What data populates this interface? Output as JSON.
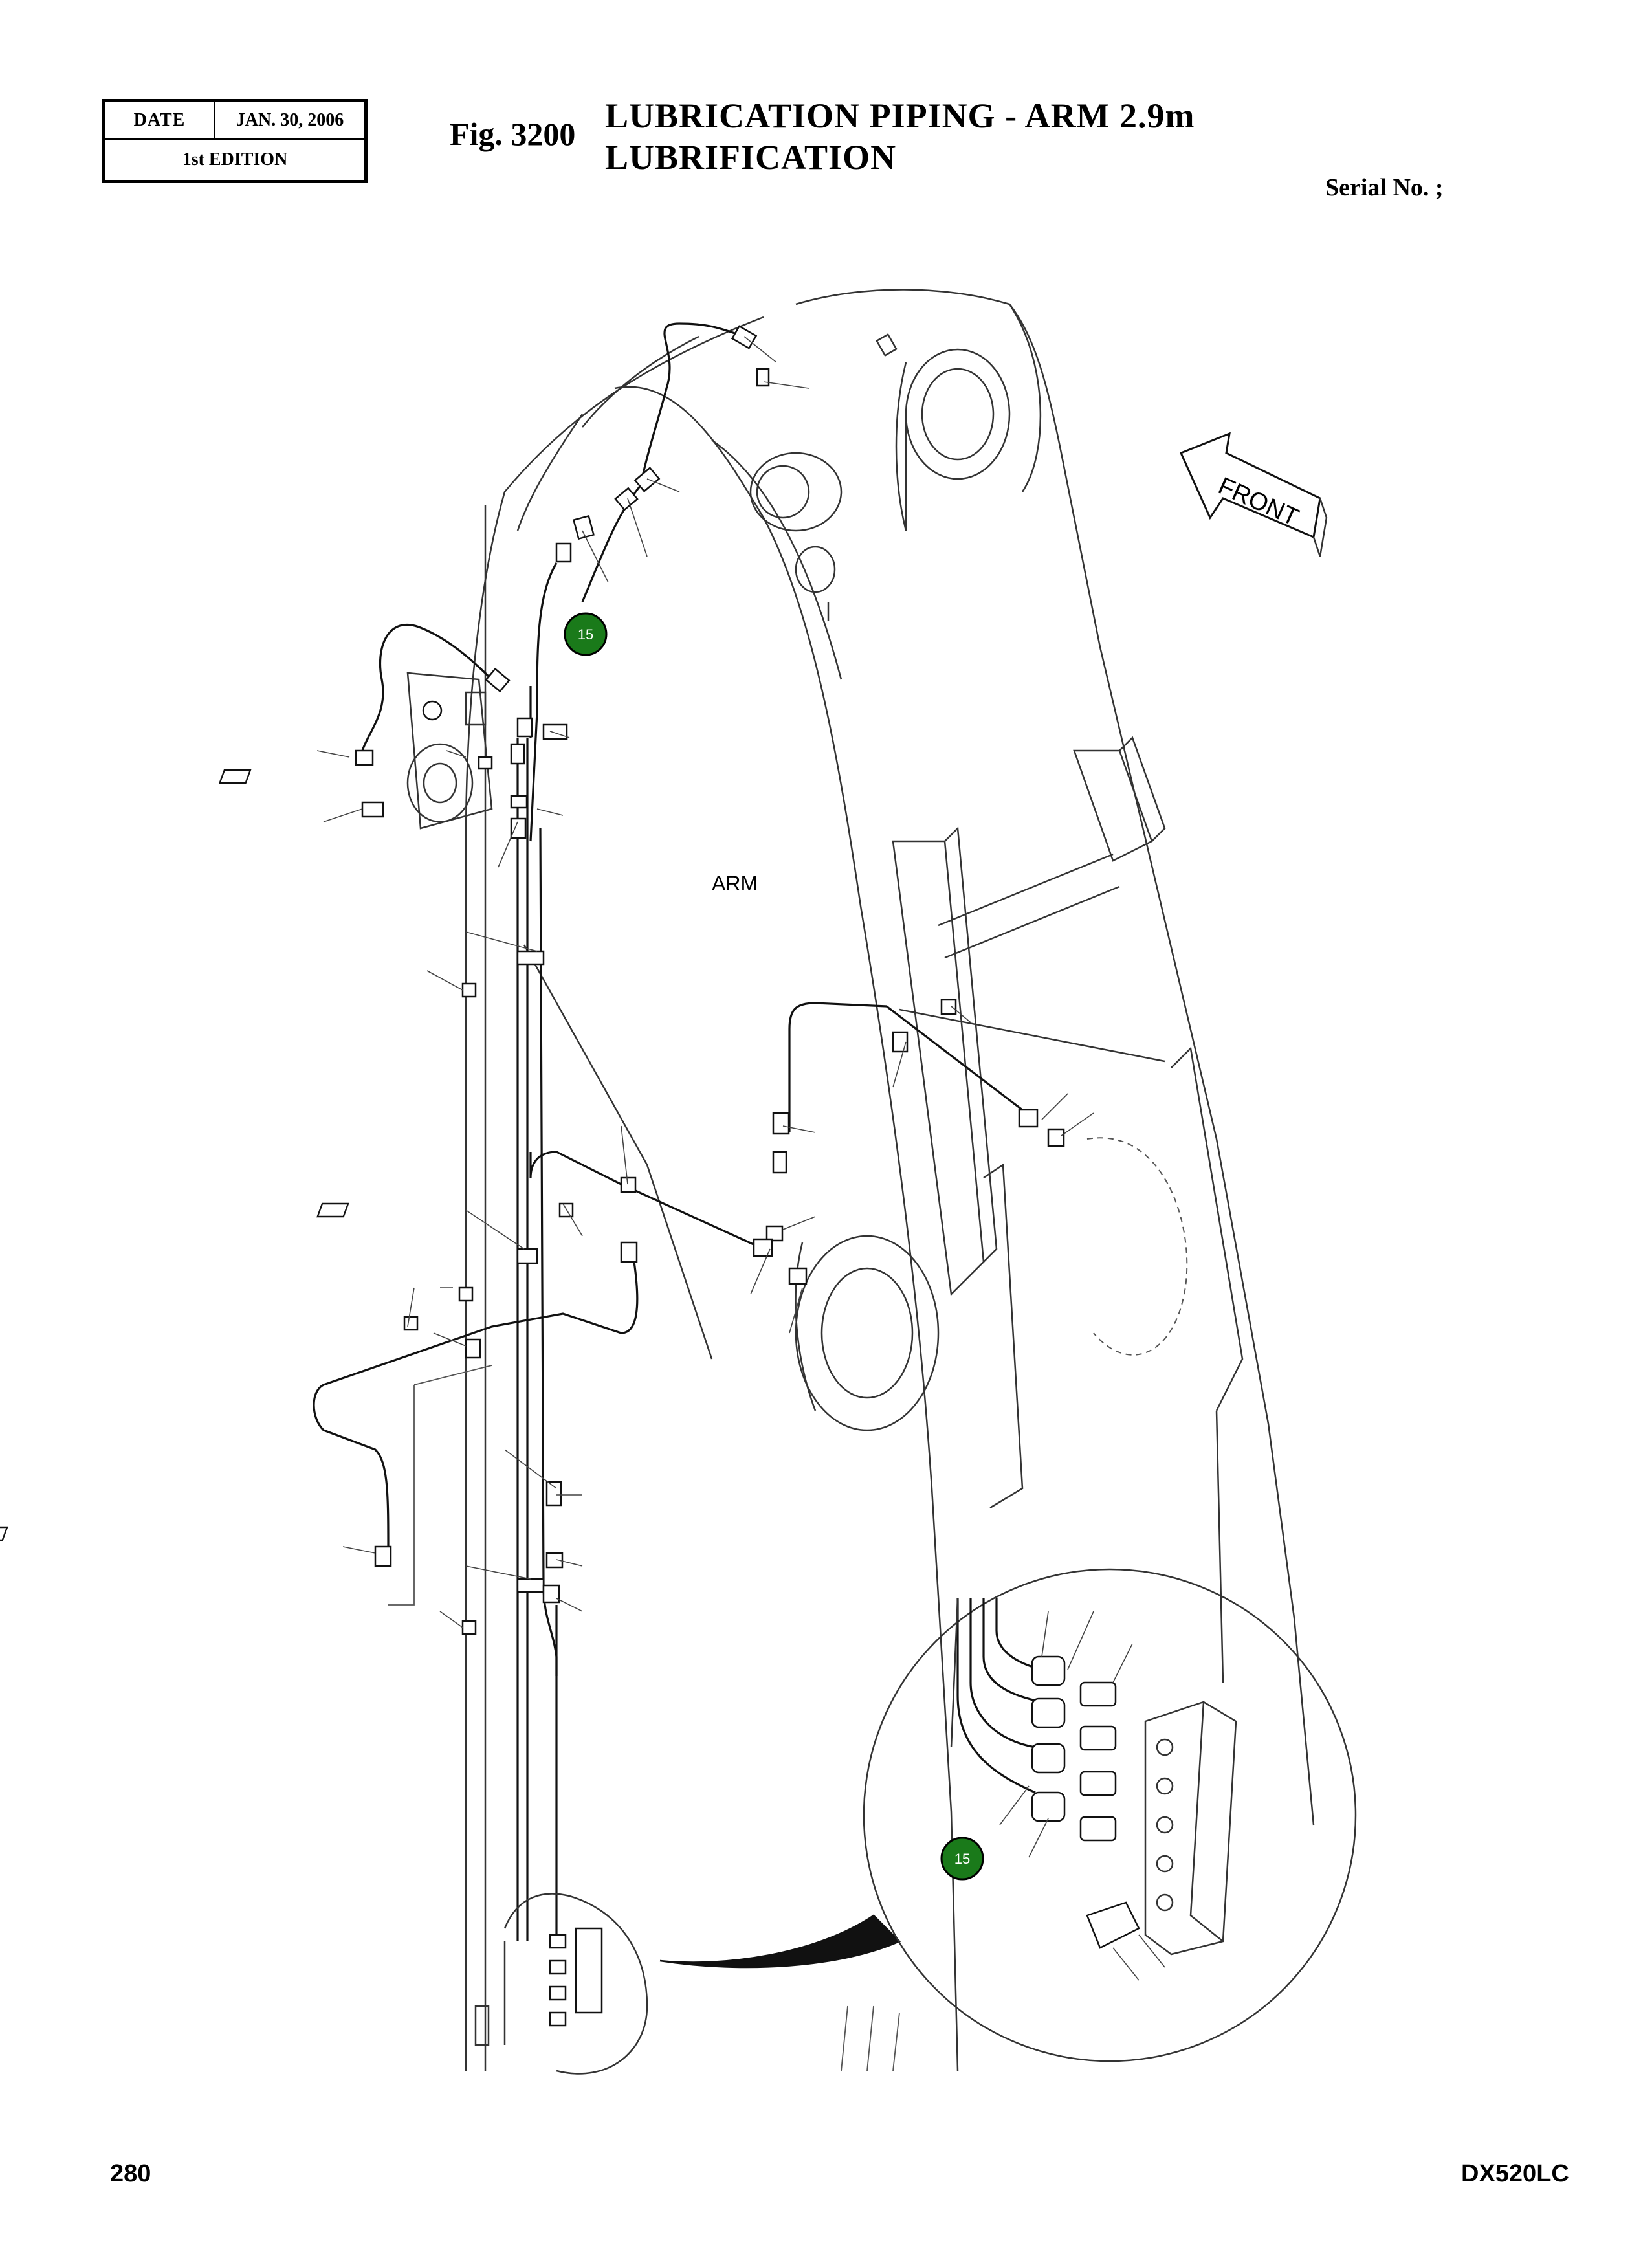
{
  "header": {
    "date_label": "DATE",
    "date_value": "JAN. 30, 2006",
    "edition": "1st EDITION",
    "fig_number": "Fig. 3200",
    "title_line1": "LUBRICATION  PIPING  -  ARM  2.9m",
    "title_line2": "LUBRIFICATION",
    "serial": "Serial No. ;"
  },
  "diagram": {
    "arm_label": "ARM",
    "front_label": "FRONT",
    "callouts": [
      {
        "label": "15"
      },
      {
        "label": "15"
      }
    ],
    "colors": {
      "callout_badge": "#1a7a1a",
      "line": "#333333"
    }
  },
  "footer": {
    "page_number": "280",
    "model_code": "DX520LC"
  }
}
